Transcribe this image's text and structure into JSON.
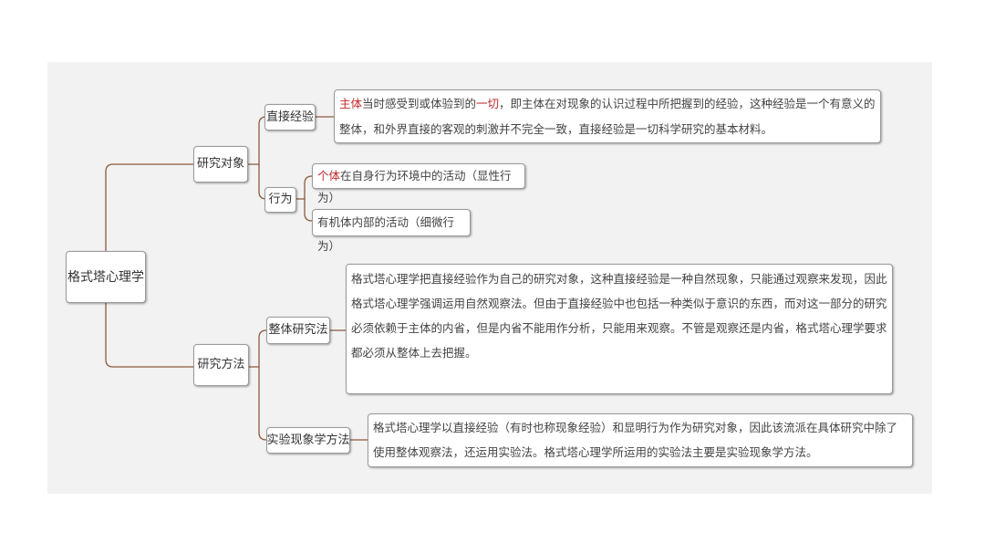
{
  "root": {
    "label": "格式塔心理学"
  },
  "branches": {
    "object": {
      "label": "研究对象",
      "direct": {
        "label": "直接经验",
        "desc_hl": "主体",
        "desc_mid": "当时感受到或体验到的",
        "desc_hl2": "一切",
        "desc_rest": "，即主体在对现象的认识过程中所把握到的经验，这种经验是一个有意义的整体，和外界直接的客观的刺激并不完全一致，直接经验是一切科学研究的基本材料。"
      },
      "behavior": {
        "label": "行为",
        "overt_hl": "个体",
        "overt_rest": "在自身行为环境中的活动（显性行为）",
        "covert": "有机体内部的活动（细微行为）"
      }
    },
    "method": {
      "label": "研究方法",
      "holistic": {
        "label": "整体研究法",
        "desc": "格式塔心理学把直接经验作为自己的研究对象，这种直接经验是一种自然现象，只能通过观察来发现，因此格式塔心理学强调运用自然观察法。但由于直接经验中也包括一种类似于意识的东西，而对这一部分的研究必须依赖于主体的内省，但是内省不能用作分析，只能用来观察。不管是观察还是内省，格式塔心理学要求都必须从整体上去把握。"
      },
      "experimental": {
        "label": "实验现象学方法",
        "desc": "格式塔心理学以直接经验（有时也称现象经验）和显明行为作为研究对象，因此该流派在具体研究中除了使用整体观察法，还运用实验法。格式塔心理学所运用的实验法主要是实验现象学方法。"
      }
    }
  },
  "colors": {
    "line": "#8b5a3c",
    "highlight": "#c0282d",
    "background": "#f2f2f2"
  }
}
